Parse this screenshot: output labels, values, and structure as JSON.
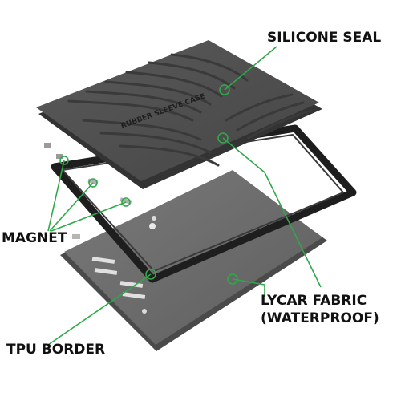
{
  "labels": {
    "silicone_seal": "SILICONE SEAL",
    "magnet": "MAGNET",
    "lycra_line1": "LYCAR FABRIC",
    "lycra_line2": "(WATERPROOF)",
    "tpu_border": "TPU BORDER",
    "case_embossed": "RUBBER SLEEVE CASE"
  },
  "colors": {
    "callout": "#2fa84a",
    "case_dark": "#4e4e4e",
    "case_ridge": "#3a3a3a",
    "frame": "#1e1e1e",
    "fabric": "#6c6c6c",
    "magnet": "#9a9a9a"
  }
}
